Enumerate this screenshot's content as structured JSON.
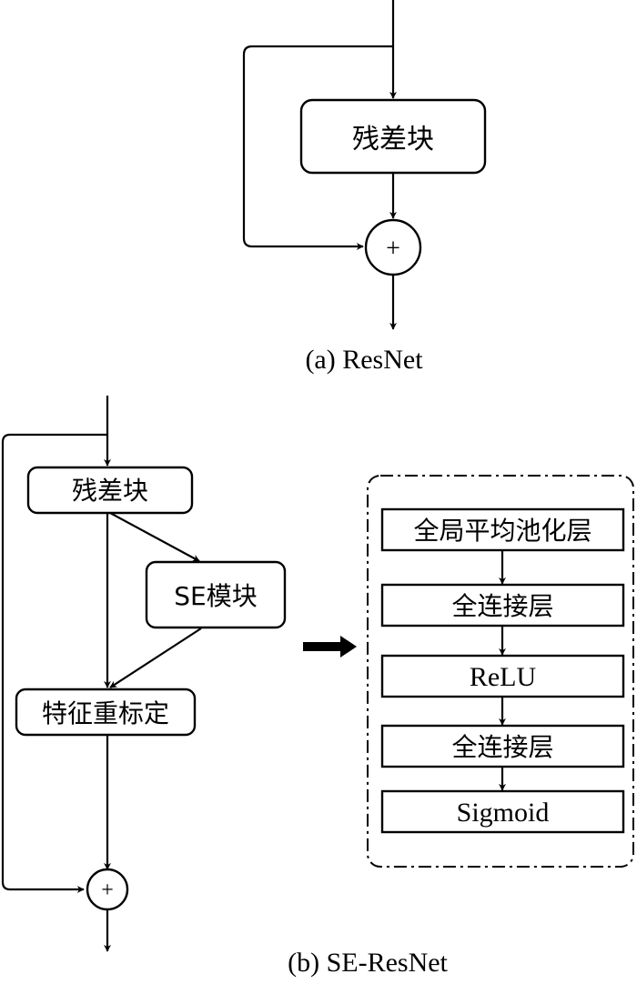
{
  "figure_a": {
    "caption": "(a) ResNet",
    "residual_block": "残差块",
    "sum_symbol": "+"
  },
  "figure_b": {
    "caption": "(b) SE-ResNet",
    "residual_block": "残差块",
    "se_module": "SE模块",
    "feature_recalibration": "特征重标定",
    "sum_symbol": "+",
    "se_detail": {
      "layers": [
        "全局平均池化层",
        "全连接层",
        "ReLU",
        "全连接层",
        "Sigmoid"
      ]
    }
  }
}
